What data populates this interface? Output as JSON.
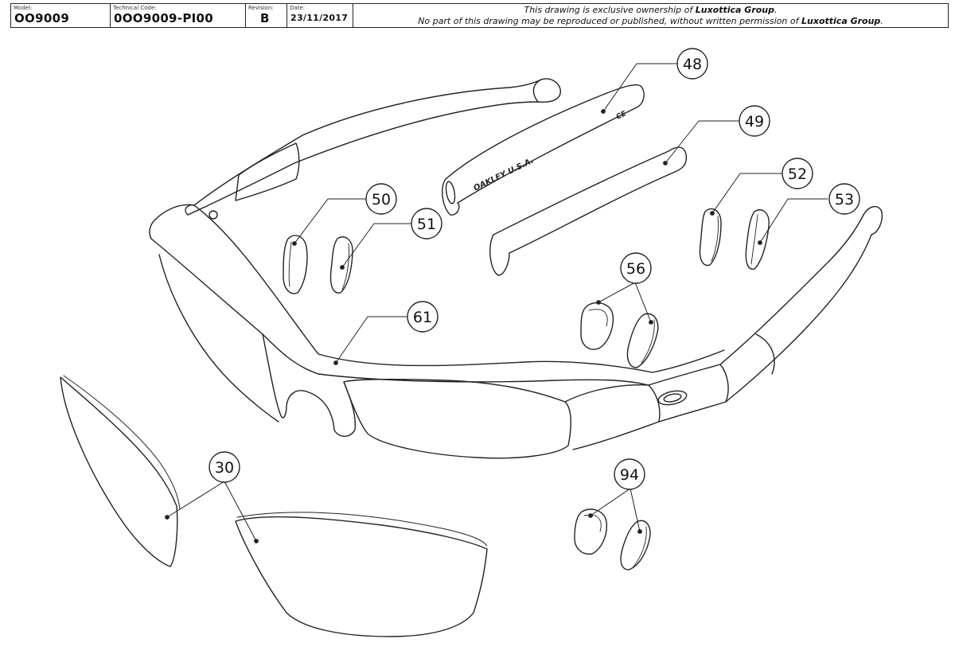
{
  "header": {
    "model_label": "Model:",
    "model_value": "OO9009",
    "technical_code_label": "Technical Code:",
    "technical_code_value": "0OO9009-PI00",
    "revision_label": "Revision:",
    "revision_value": "B",
    "date_label": "Date:",
    "date_value": "23/11/2017",
    "notice_line1_pre": "This drawing is exclusive ownership of ",
    "notice_line1_brand": "Luxottica Group",
    "notice_line1_post": ".",
    "notice_line2_pre": "No part of this drawing may be reproduced or published, without written permission of ",
    "notice_line2_brand": "Luxottica Group",
    "notice_line2_post": "."
  },
  "callouts": {
    "c48": "48",
    "c49": "49",
    "c50": "50",
    "c51": "51",
    "c52": "52",
    "c53": "53",
    "c56": "56",
    "c61": "61",
    "c30": "30",
    "c94": "94"
  },
  "temple_text": {
    "left_sleeve_print": "OAKLEY U.S.A.",
    "left_sleeve_mark": "CE"
  }
}
